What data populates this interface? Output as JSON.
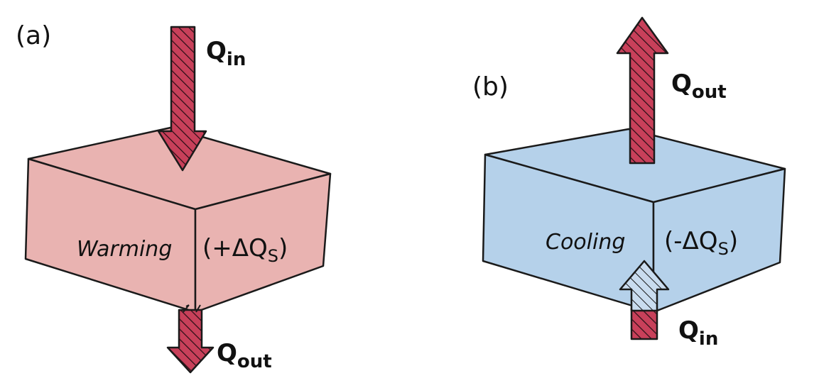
{
  "panels": [
    {
      "tag": "(a)",
      "state": "Warming",
      "storage": {
        "prefix": "(+",
        "delta": "ΔQ",
        "sub": "S",
        "suffix": ")"
      },
      "flow_in": {
        "base": "Q",
        "sub": "in"
      },
      "flow_out": {
        "base": "Q",
        "sub": "out"
      },
      "box_color": "#e9b3b1"
    },
    {
      "tag": "(b)",
      "state": "Cooling",
      "storage": {
        "prefix": "(-",
        "delta": "ΔQ",
        "sub": "S",
        "suffix": ")"
      },
      "flow_in": {
        "base": "Q",
        "sub": "in"
      },
      "flow_out": {
        "base": "Q",
        "sub": "out"
      },
      "box_color": "#b5d1ea"
    }
  ],
  "colors": {
    "arrow_fill": "#c8405a",
    "arrow_in_b_fill": "#c9dcef",
    "outline": "#1a1a1a"
  }
}
